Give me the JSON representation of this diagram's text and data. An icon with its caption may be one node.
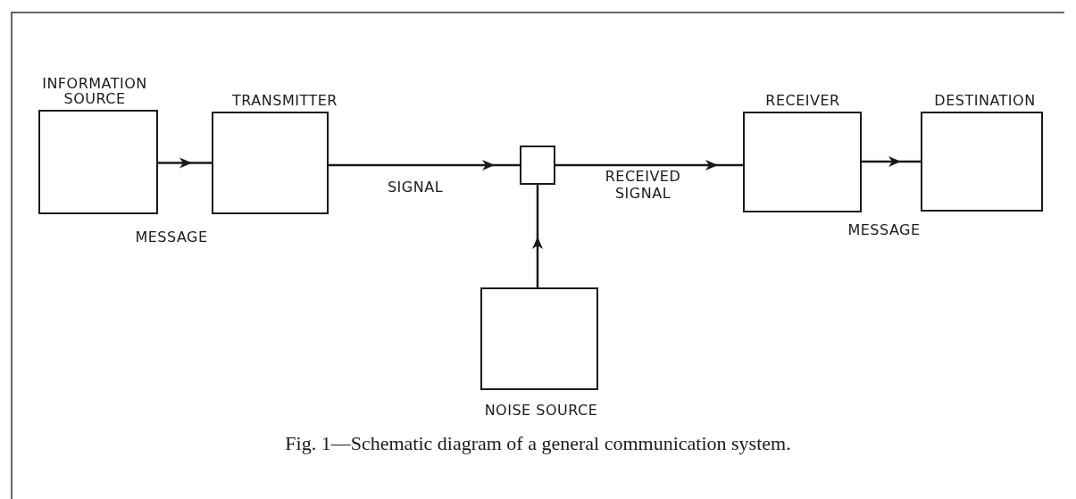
{
  "diagram": {
    "caption": "Fig. 1—Schematic diagram of a general communication system.",
    "nodes": [
      {
        "text": [
          "INFORMATION SOURCE"
        ]
      },
      {
        "text": [
          "TRANSMITTER"
        ]
      },
      {
        "text": [],
        "shape": "box"
      },
      {
        "text": [
          "RECEIVER"
        ]
      },
      {
        "text": [
          "DESTINATION"
        ]
      },
      {
        "text": [
          "NOISE SOURCE"
        ]
      }
    ],
    "edges": [
      {
        "from": 0,
        "to": 1,
        "arrow": "to",
        "label": "MESSAGE"
      },
      {
        "from": 1,
        "to": 2,
        "arrow": "to",
        "label": "SIGNAL"
      },
      {
        "from": 2,
        "to": 3,
        "arrow": "to",
        "label": "RECEIVED SIGNAL"
      },
      {
        "from": 3,
        "to": 4,
        "arrow": "to",
        "label": "MESSAGE"
      },
      {
        "from": 5,
        "to": 2,
        "arrow": "to"
      }
    ]
  }
}
